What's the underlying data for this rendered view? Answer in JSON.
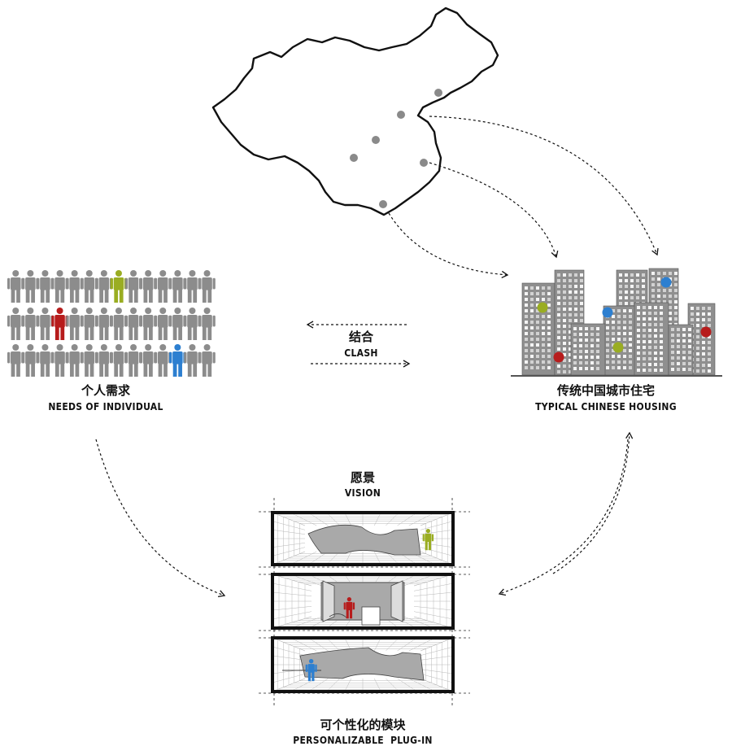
{
  "colors": {
    "accent_green": "#9aad22",
    "accent_red": "#b71c1c",
    "accent_blue": "#2d7fd0",
    "person_gray": "#8c8c8c",
    "building_gray": "#8f8f8f",
    "line": "#111111"
  },
  "labels": {
    "clash_zh": "结合",
    "clash_en": "CLASH",
    "individual_zh": "个人需求",
    "individual_en": "NEEDS OF INDIVIDUAL",
    "housing_zh": "传统中国城市住宅",
    "housing_en": "TYPICAL CHINESE HOUSING",
    "vision_zh": "愿景",
    "vision_en": "VISION",
    "plugin_zh": "可个性化的模块",
    "plugin_en": "PERSONALIZABLE  PLUG-IN"
  },
  "crowd": {
    "rows": 3,
    "per_row": 14,
    "highlights": [
      {
        "row": 0,
        "col": 7,
        "color": "green"
      },
      {
        "row": 1,
        "col": 3,
        "color": "red"
      },
      {
        "row": 2,
        "col": 11,
        "color": "blue"
      }
    ]
  },
  "map": {
    "city_dots": 6
  },
  "modules": [
    {
      "name": "module-top",
      "person": "green"
    },
    {
      "name": "module-middle",
      "person": "red"
    },
    {
      "name": "module-bottom",
      "person": "blue"
    }
  ]
}
